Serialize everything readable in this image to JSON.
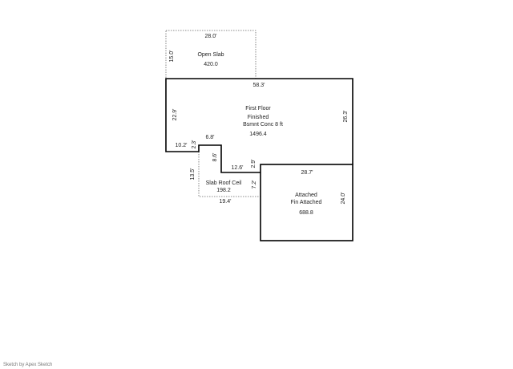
{
  "areas": {
    "open_slab": {
      "label": "Open Slab",
      "area": "420.0",
      "dim_top": "28.0'",
      "dim_left": "15.0'"
    },
    "first_floor": {
      "label_line1": "First Floor",
      "label_line2": "Finished",
      "label_line3": "Bsmnt Conc 8 ft",
      "area": "1496.4",
      "dim_top": "58.3'",
      "dim_left": "22.9'",
      "dim_right": "26.3'",
      "dim_bottom_left": "10.2'",
      "dim_step_v1": "2.3'",
      "dim_step_top": "6.8'",
      "dim_step_v2": "8.6'",
      "dim_step_mid": "12.6'",
      "dim_step_v3": "2.9'"
    },
    "slab_roof": {
      "label": "Slab Roof Ceil",
      "area": "198.2",
      "dim_left": "13.5'",
      "dim_bottom": "19.4'",
      "dim_right": "7.2'"
    },
    "attached": {
      "label_line1": "Attached",
      "label_line2": "Fin Attached",
      "area": "688.8",
      "dim_top": "28.7'",
      "dim_right": "24.0'"
    }
  },
  "footer": {
    "text": "Sketch by Apex Sketch"
  }
}
